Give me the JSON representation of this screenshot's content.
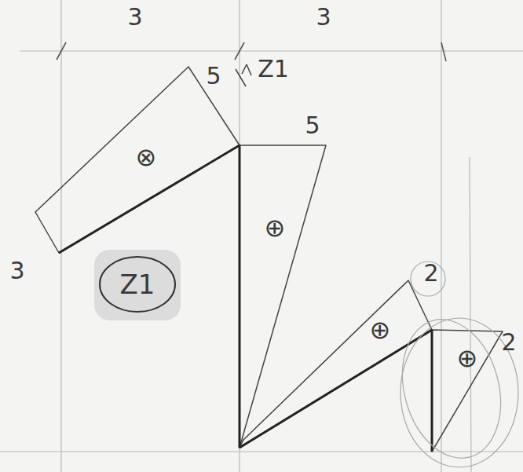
{
  "diagram": {
    "nodes": [
      {
        "text": [
          "Z1"
        ]
      }
    ],
    "labels": [
      "3",
      "3",
      "5",
      "Z1",
      "5",
      "3",
      "⊗",
      "⊕",
      "⊕",
      "⊕",
      "2",
      "2"
    ]
  }
}
